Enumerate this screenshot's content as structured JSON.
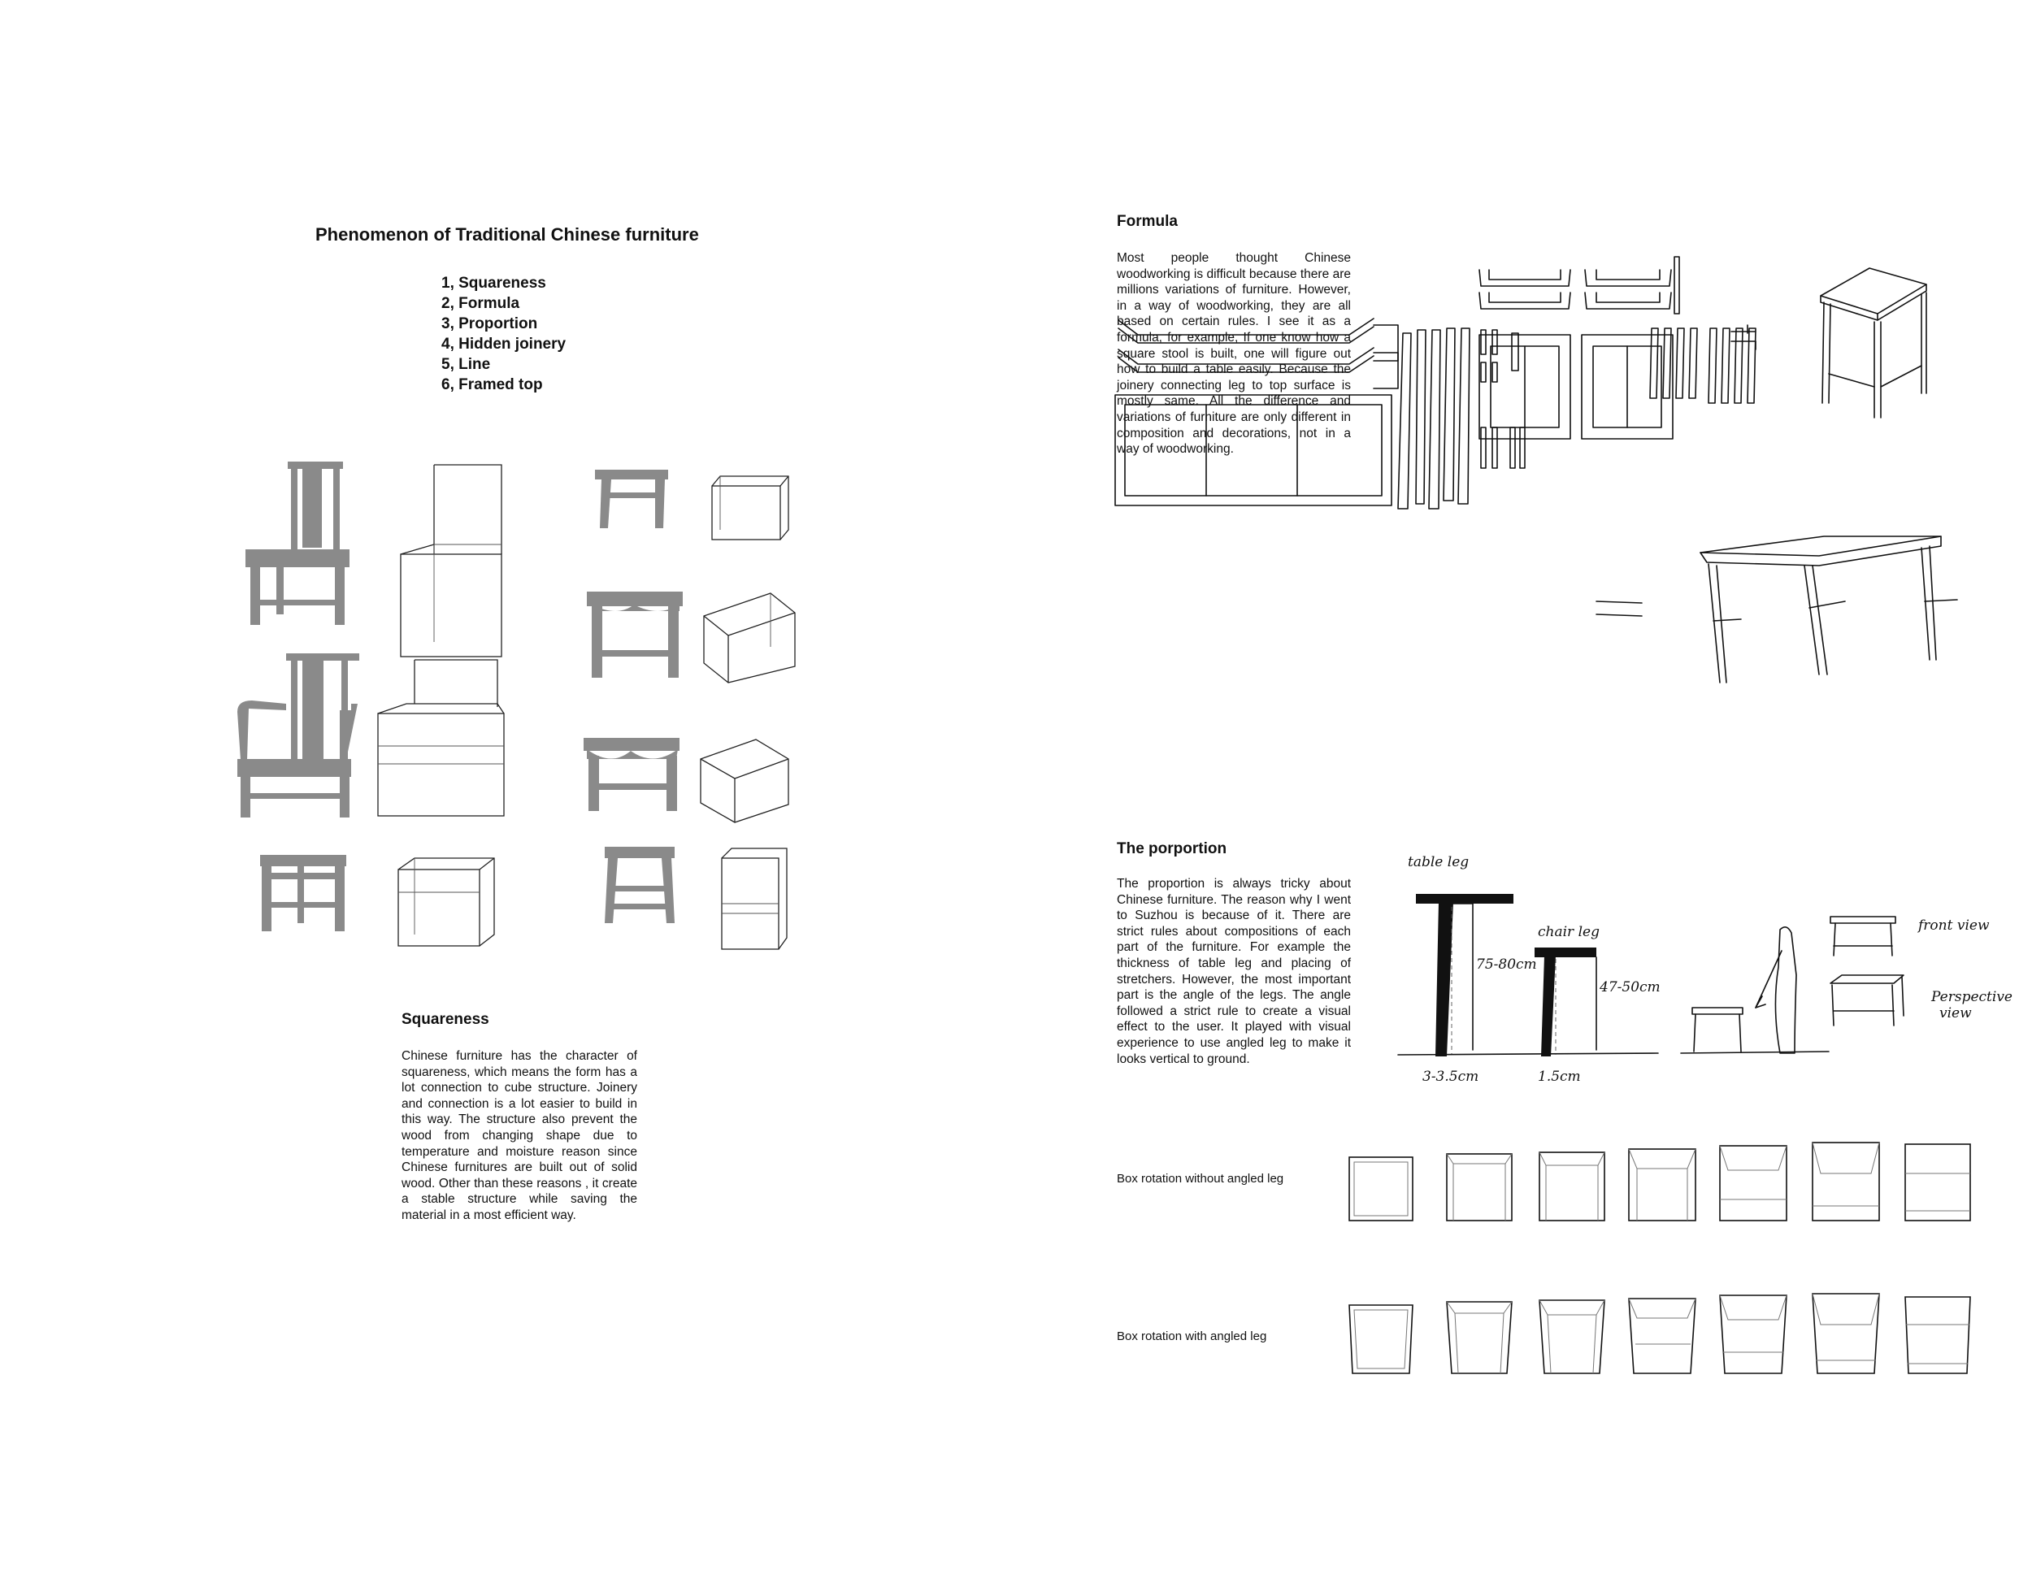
{
  "left_page": {
    "title": "Phenomenon of Traditional Chinese furniture",
    "principles": [
      "1, Squareness",
      "2, Formula",
      "3, Proportion",
      "4, Hidden joinery",
      "5, Line",
      "6, Framed top"
    ],
    "squareness": {
      "heading": "Squareness",
      "text": "Chinese furniture has the character of squareness, which means the form has a lot connection to cube structure. Joinery and connection is a lot easier to build in this way. The structure also prevent the wood from changing shape due to temperature and moisture reason since Chinese furnitures are built out of solid wood. Other than these reasons , it create a stable structure while saving the material in a most efficient way."
    }
  },
  "right_page": {
    "formula": {
      "heading": "Formula",
      "text": "Most people thought Chinese woodworking is difficult because there are millions variations of furniture. However, in a way of woodworking, they are all based on certain rules. I see it as a formula, for example,  If one know how a square stool is built, one will figure out how to build a table easily. Because the joinery connecting leg to top surface is mostly same. All the difference and variations of furniture are only different in composition and decorations, not in a way of woodworking."
    },
    "proportion": {
      "heading": "The porportion",
      "text": "The proportion is always tricky about Chinese furniture. The reason why I went to Suzhou is because of it. There are strict rules about compositions of each part of the furniture. For example the thickness of table leg and placing of stretchers. However, the most important part is the angle of the legs. The angle followed a strict rule to create a visual effect to the user. It played with visual experience to use angled leg to make it looks vertical to ground.",
      "sketch_labels": {
        "table_leg": "table leg",
        "table_height": "75-80cm",
        "table_thickness": "3-3.5cm",
        "chair_leg": "chair leg",
        "chair_height": "47-50cm",
        "chair_thickness": "1.5cm",
        "front_view": "front view",
        "perspective_view": "Perspective view"
      }
    },
    "box_rows": [
      {
        "label": "Box rotation without angled leg",
        "boxes": 7
      },
      {
        "label": "Box rotation with angled leg",
        "boxes": 7
      }
    ]
  }
}
